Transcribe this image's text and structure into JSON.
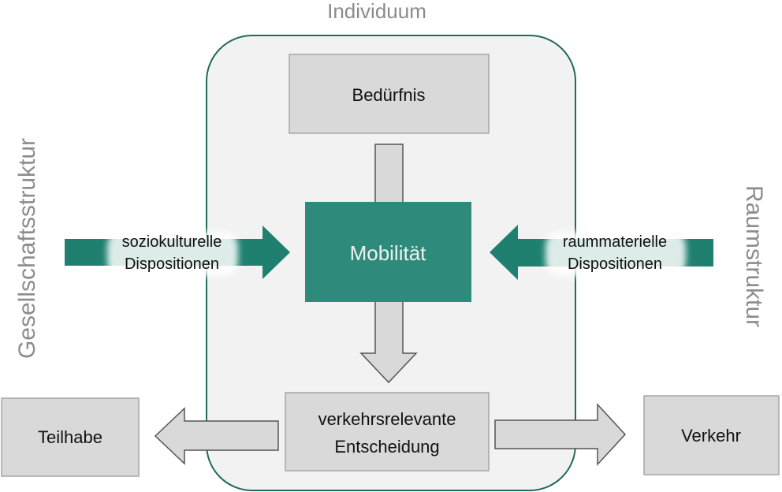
{
  "title": "Individuum",
  "side_labels": {
    "left": "Gesellschaftsstruktur",
    "right": "Raumstruktur"
  },
  "boxes": {
    "need": "Bedürfnis",
    "mobility": "Mobilität",
    "decision_line1": "verkehrsrelevante",
    "decision_line2": "Entscheidung",
    "participation": "Teilhabe",
    "traffic": "Verkehr"
  },
  "arrows": {
    "left_line1": "soziokulturelle",
    "left_line2": "Dispositionen",
    "right_line1": "raummaterielle",
    "right_line2": "Dispositionen"
  },
  "colors": {
    "teal": "#1f8070",
    "teal_box": "#2e8b7c",
    "frame_border": "#1f6b5e",
    "frame_fill": "#f2f2f2",
    "box_fill": "#d9d9d9",
    "box_border": "#a6a6a6",
    "label_gray": "#8c8c8c"
  }
}
